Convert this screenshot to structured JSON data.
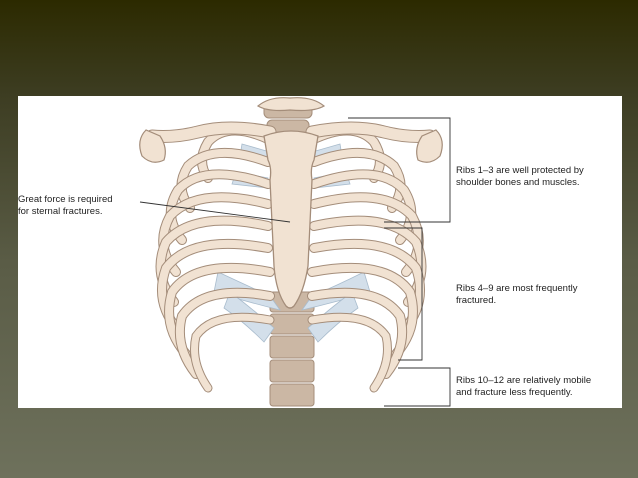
{
  "colors": {
    "background_top": "#2c2a00",
    "background_bottom": "#6e715c",
    "panel": "#ffffff",
    "bone": "#f1e2d2",
    "bone_outline": "#a48d7a",
    "cartilage": "#d3dfea",
    "vertebra": "#cbb7a4",
    "leader_line": "#333333"
  },
  "annotations": {
    "sternum": {
      "line1": "Great force is required",
      "line2": "for sternal fractures."
    },
    "ribs_1_3": {
      "line1": "Ribs 1–3 are well protected by",
      "line2": "shoulder bones and muscles."
    },
    "ribs_4_9": {
      "line1": "Ribs 4–9 are most frequently",
      "line2": "fractured."
    },
    "ribs_10_12": {
      "line1": "Ribs 10–12 are relatively mobile",
      "line2": "and fracture less frequently."
    }
  }
}
